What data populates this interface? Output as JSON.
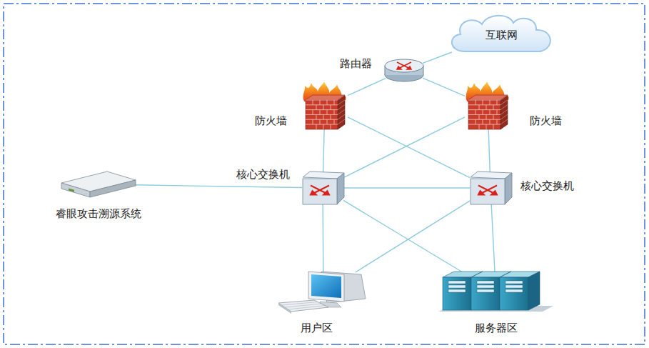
{
  "diagram": {
    "nodes": [
      {
        "text": [
          "互联网"
        ]
      },
      {
        "text": [
          "路由器"
        ]
      },
      {
        "text": [
          "防火墙"
        ]
      },
      {
        "text": [
          "防火墙"
        ]
      },
      {
        "text": [
          "核心交换机"
        ]
      },
      {
        "text": [
          "核心交换机"
        ]
      },
      {
        "text": [
          "睿眼攻击溯源系统"
        ]
      },
      {
        "text": [
          "用户区"
        ]
      },
      {
        "text": [
          "服务器区"
        ]
      }
    ],
    "edges": [
      {
        "from": 1,
        "to": 0,
        "arrow": "none"
      },
      {
        "from": 1,
        "to": 2,
        "arrow": "none"
      },
      {
        "from": 1,
        "to": 3,
        "arrow": "none"
      },
      {
        "from": 2,
        "to": 4,
        "arrow": "none"
      },
      {
        "from": 2,
        "to": 5,
        "arrow": "none"
      },
      {
        "from": 3,
        "to": 4,
        "arrow": "none"
      },
      {
        "from": 3,
        "to": 5,
        "arrow": "none"
      },
      {
        "from": 4,
        "to": 5,
        "arrow": "none"
      },
      {
        "from": 6,
        "to": 4,
        "arrow": "none"
      },
      {
        "from": 4,
        "to": 7,
        "arrow": "none"
      },
      {
        "from": 4,
        "to": 8,
        "arrow": "none"
      },
      {
        "from": 5,
        "to": 7,
        "arrow": "none"
      },
      {
        "from": 5,
        "to": 8,
        "arrow": "none"
      }
    ]
  }
}
